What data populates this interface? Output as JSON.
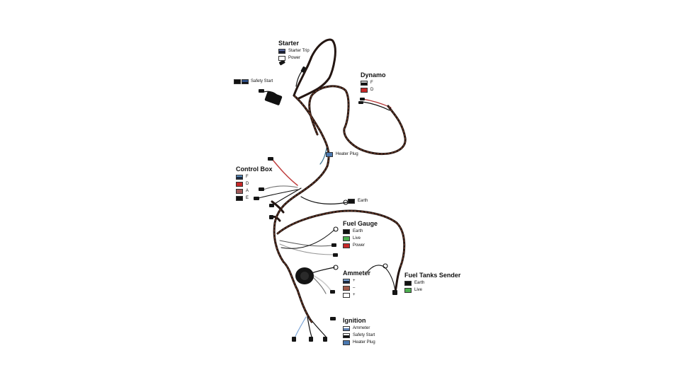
{
  "groups": {
    "starter": {
      "title": "Starter",
      "items": [
        {
          "label": "Starter Trip",
          "color": "#1d2235",
          "stripe": "#5a6aa0"
        },
        {
          "label": "Power",
          "color": "#ffffff",
          "stripe": ""
        }
      ]
    },
    "dynamo": {
      "title": "Dynamo",
      "items": [
        {
          "label": "F",
          "color": "#111111",
          "stripe": "#c9c9c9"
        },
        {
          "label": "D",
          "color": "#c62828",
          "stripe": ""
        }
      ]
    },
    "control_box": {
      "title": "Control Box",
      "items": [
        {
          "label": "F",
          "color": "#1b2a40",
          "stripe": "#5d8fbf"
        },
        {
          "label": "D",
          "color": "#c62828",
          "stripe": ""
        },
        {
          "label": "A",
          "color": "#a05a5a",
          "stripe": ""
        },
        {
          "label": "E",
          "color": "#111111",
          "stripe": ""
        }
      ]
    },
    "fuel_gauge": {
      "title": "Fuel Gauge",
      "items": [
        {
          "label": "Earth",
          "color": "#111111",
          "stripe": ""
        },
        {
          "label": "Live",
          "color": "#4caf50",
          "stripe": ""
        },
        {
          "label": "Power",
          "color": "#c62828",
          "stripe": ""
        }
      ]
    },
    "ammeter": {
      "title": "Ammeter",
      "items": [
        {
          "label": "+",
          "color": "#1b2a40",
          "stripe": "#7aa3d6"
        },
        {
          "label": "–",
          "color": "#a05a4a",
          "stripe": ""
        },
        {
          "label": "+",
          "color": "#ffffff",
          "stripe": ""
        }
      ]
    },
    "fuel_tanks_sender": {
      "title": "Fuel Tanks Sender",
      "items": [
        {
          "label": "Earth",
          "color": "#111111",
          "stripe": ""
        },
        {
          "label": "Live",
          "color": "#4caf50",
          "stripe": ""
        }
      ]
    },
    "ignition": {
      "title": "Ignition",
      "items": [
        {
          "label": "Ammeter",
          "color": "#5d7fb0",
          "stripe": "#ffffff"
        },
        {
          "label": "Safety Start",
          "color": "#111111",
          "stripe": "#ffffff"
        },
        {
          "label": "Heater Plug",
          "color": "#4a78b0",
          "stripe": ""
        }
      ]
    }
  },
  "singles": {
    "safety_start": {
      "label": "Safety Start",
      "color": "#111111",
      "color2": "#2d4f86"
    },
    "heater_plug": {
      "label": "Heater Plug",
      "color": "#4a78b0"
    },
    "earth": {
      "label": "Earth",
      "color": "#111111"
    }
  },
  "colors": {
    "main_harness": "#241612",
    "harness_tracer": "#8a4a32",
    "connector": "#151515"
  }
}
